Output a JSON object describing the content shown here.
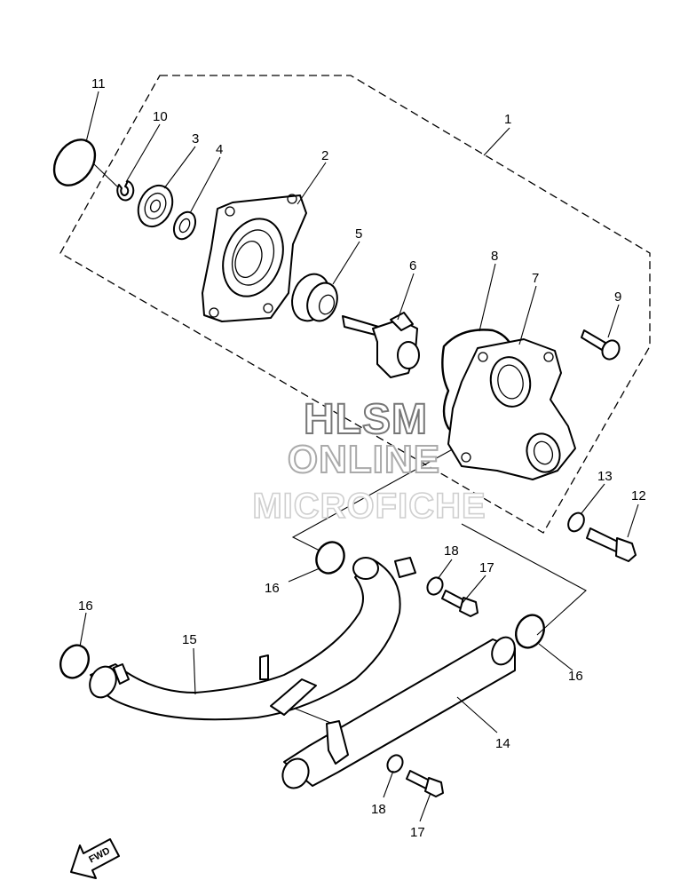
{
  "diagram": {
    "callouts": [
      "1",
      "2",
      "3",
      "4",
      "5",
      "6",
      "7",
      "8",
      "9",
      "10",
      "11",
      "12",
      "13",
      "14",
      "15",
      "16",
      "16",
      "16",
      "17",
      "17",
      "18",
      "18"
    ],
    "watermark": [
      "HLSM",
      "ONLINE",
      "MICROFICHE"
    ],
    "fwd_label": "FWD"
  }
}
